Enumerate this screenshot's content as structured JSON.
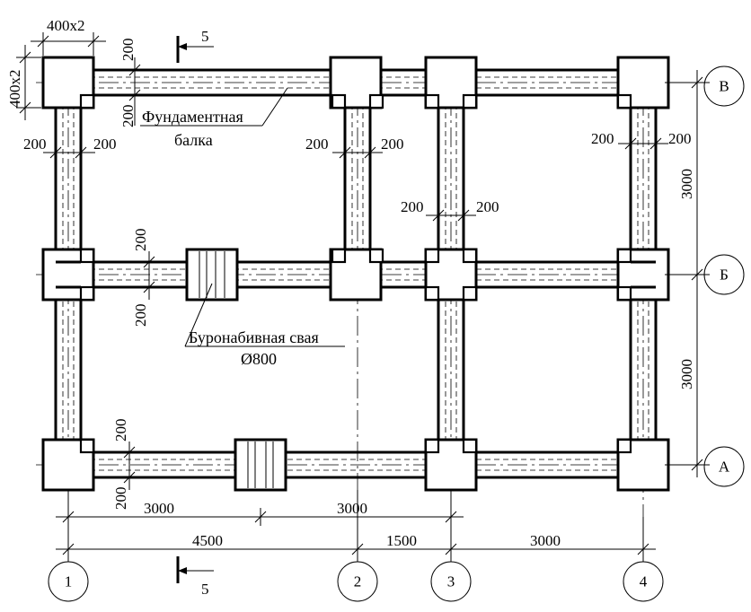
{
  "labels": {
    "beam_line1": "Фундаментная",
    "beam_line2": "балка",
    "pile_line1": "Буронабивная свая",
    "pile_line2": "Ø800",
    "section_mark": "5"
  },
  "axes": {
    "vertical": [
      "1",
      "2",
      "3",
      "4"
    ],
    "horizontal": [
      "А",
      "Б",
      "В"
    ]
  },
  "dims": {
    "bottom_row1": [
      "3000",
      "3000"
    ],
    "bottom_row2": [
      "4500",
      "1500",
      "3000"
    ],
    "right": [
      "3000",
      "3000"
    ],
    "beam_width": "200",
    "pad_size": "400x2"
  }
}
